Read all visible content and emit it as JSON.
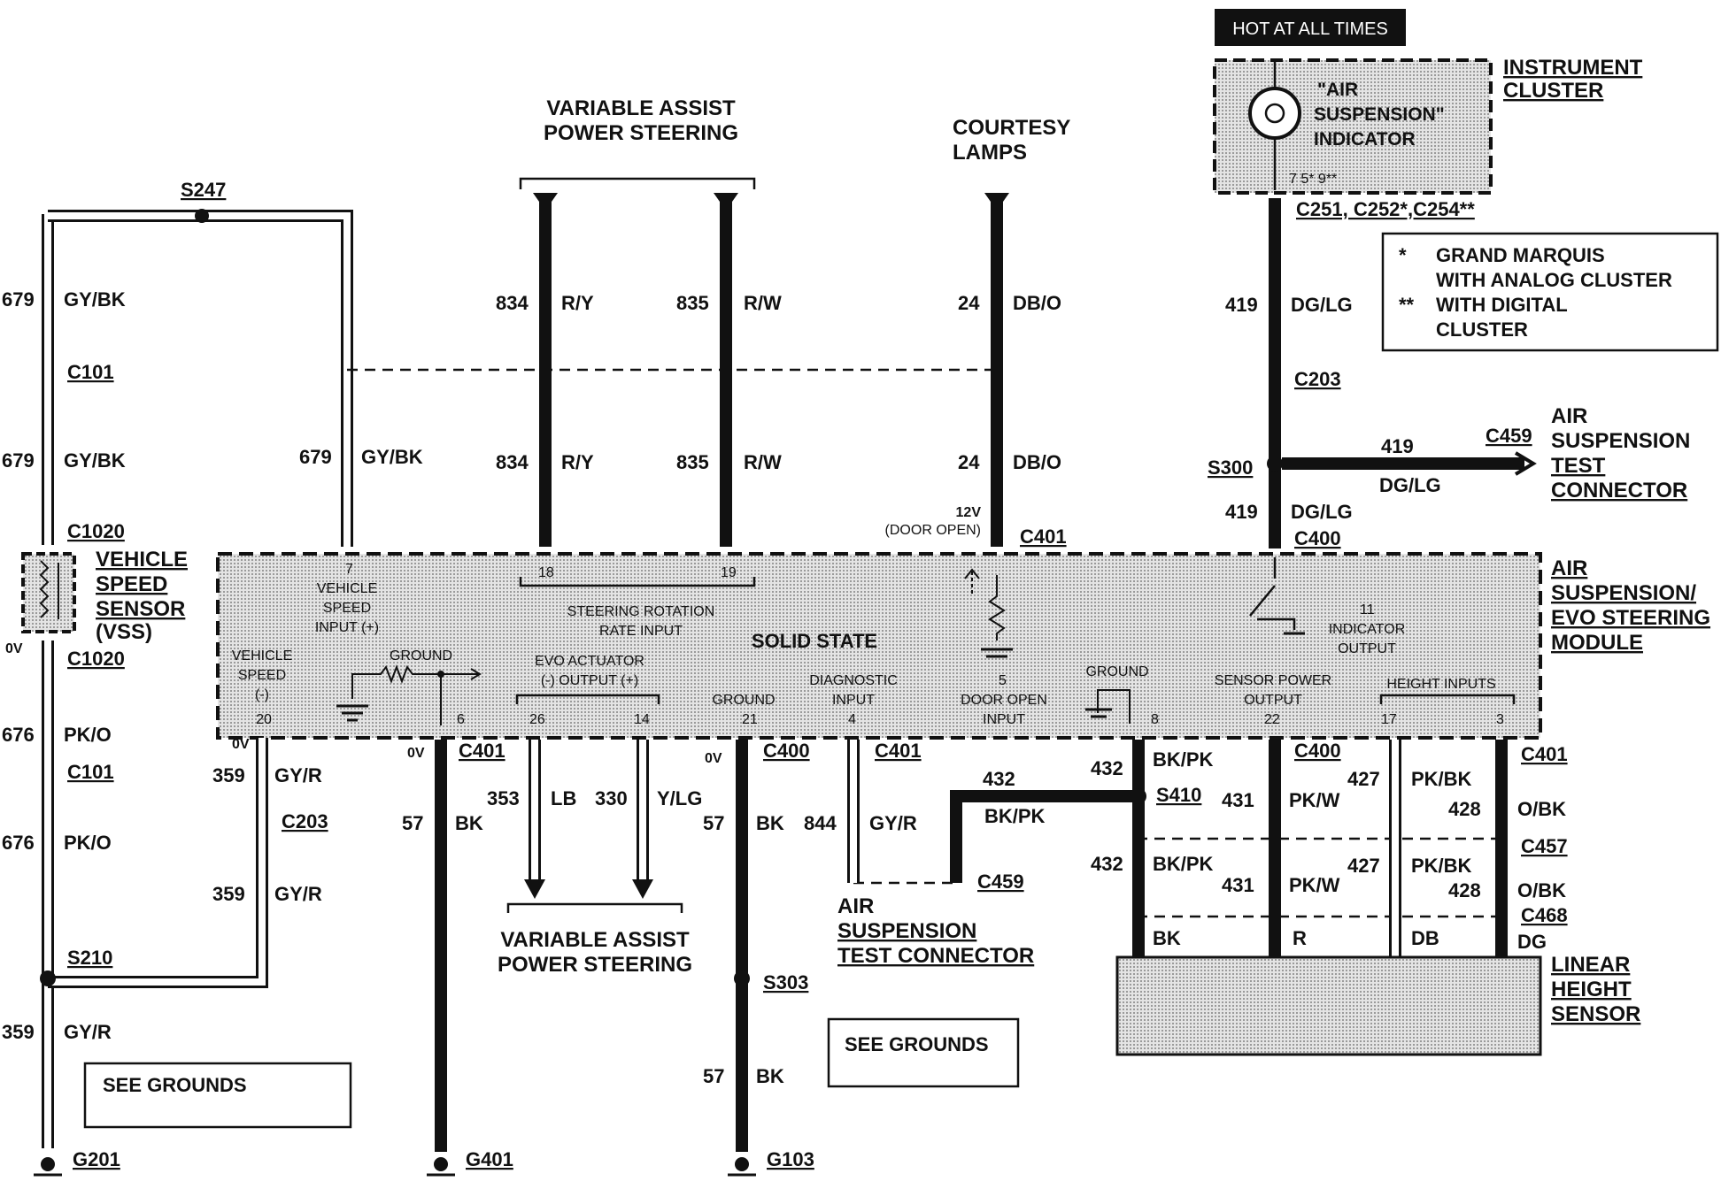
{
  "hot_label": "HOT AT ALL TIMES",
  "instrument_cluster": {
    "title_line1": "INSTRUMENT",
    "title_line2": "CLUSTER",
    "indicator_line1": "\"AIR",
    "indicator_line2": "SUSPENSION\"",
    "indicator_line3": "INDICATOR",
    "pins": "7  5*  9**",
    "connector": "C251, C252*,C254**"
  },
  "legend": {
    "line1_mark": "*",
    "line1": "GRAND MARQUIS",
    "line2": "WITH ANALOG CLUSTER",
    "line3_mark": "**",
    "line3": "WITH DIGITAL",
    "line4": "CLUSTER"
  },
  "top_labels": {
    "vaps_line1": "VARIABLE ASSIST",
    "vaps_line2": "POWER STEERING",
    "courtesy_line1": "COURTESY",
    "courtesy_line2": "LAMPS"
  },
  "splices": {
    "s247": "S247",
    "s300": "S300",
    "s210": "S210",
    "s303": "S303",
    "s410": "S410"
  },
  "connectors": {
    "c101": "C101",
    "c1020": "C1020",
    "c203": "C203",
    "c401": "C401",
    "c400": "C400",
    "c459": "C459",
    "c457": "C457",
    "c468": "C468"
  },
  "wires": {
    "n679": "679",
    "gybk": "GY/BK",
    "n676": "676",
    "pko": "PK/O",
    "n359": "359",
    "gyr": "GY/R",
    "n834": "834",
    "ry": "R/Y",
    "n835": "835",
    "rw": "R/W",
    "n24": "24",
    "dbo": "DB/O",
    "n419": "419",
    "dglg": "DG/LG",
    "n57": "57",
    "bk": "BK",
    "n353": "353",
    "lb": "LB",
    "n330": "330",
    "ylg": "Y/LG",
    "n844": "844",
    "n432": "432",
    "bkpk": "BK/PK",
    "n431": "431",
    "pkw": "PK/W",
    "n427": "427",
    "pkbk": "PK/BK",
    "n428": "428",
    "obk": "O/BK",
    "r": "R",
    "db": "DB",
    "dg": "DG"
  },
  "vss": {
    "line1": "VEHICLE",
    "line2": "SPEED",
    "line3": "SENSOR",
    "line4": "(VSS)"
  },
  "voltages": {
    "zero": "0V",
    "twelve": "12V",
    "door_open": "(DOOR OPEN)"
  },
  "test_connector": {
    "line1": "AIR",
    "line2": "SUSPENSION",
    "line3": "TEST",
    "line4": "CONNECTOR",
    "b_line3": "TEST CONNECTOR"
  },
  "module": {
    "title_line1": "AIR",
    "title_line2": "SUSPENSION/",
    "title_line3": "EVO STEERING",
    "title_line4": "MODULE",
    "solid_state": "SOLID STATE",
    "vsi_line1": "VEHICLE",
    "vsi_line2": "SPEED",
    "vsi_line3": "INPUT (+)",
    "pin7": "7",
    "vsm_line1": "VEHICLE",
    "vsm_line2": "SPEED",
    "vsm_line3": "(-)",
    "pin20": "20",
    "ground": "GROUND",
    "pin6": "6",
    "steer_line1": "STEERING ROTATION",
    "steer_line2": "RATE INPUT",
    "pin18": "18",
    "pin19": "19",
    "evo_line1": "EVO ACTUATOR",
    "evo_line2": "(-) OUTPUT (+)",
    "pin26": "26",
    "pin14": "14",
    "pin21": "21",
    "diag_line1": "DIAGNOSTIC",
    "diag_line2": "INPUT",
    "pin4": "4",
    "door_line1": "DOOR OPEN",
    "door_line2": "INPUT",
    "pin5": "5",
    "pin8": "8",
    "spo_line1": "SENSOR POWER",
    "spo_line2": "OUTPUT",
    "pin22": "22",
    "ind_line1": "INDICATOR",
    "ind_line2": "OUTPUT",
    "pin11": "11",
    "height": "HEIGHT INPUTS",
    "pin17": "17",
    "pin3": "3"
  },
  "bottom_labels": {
    "vaps_line1": "VARIABLE ASSIST",
    "vaps_line2": "POWER STEERING",
    "see_grounds": "SEE GROUNDS"
  },
  "grounds": {
    "g201": "G201",
    "g401": "G401",
    "g103": "G103"
  },
  "height_sensor": {
    "line1": "LINEAR",
    "line2": "HEIGHT",
    "line3": "SENSOR"
  }
}
